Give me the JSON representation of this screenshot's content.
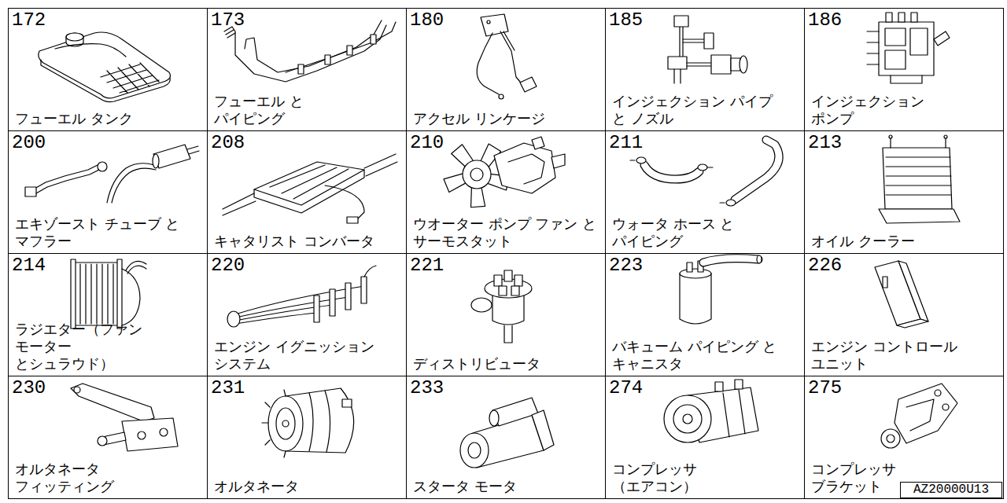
{
  "diagram": {
    "nodes": [
      {
        "text": [
          "172",
          "フューエル タンク"
        ]
      },
      {
        "text": [
          "173",
          "フューエル と パイピング"
        ]
      },
      {
        "text": [
          "180",
          "アクセル リンケージ"
        ]
      },
      {
        "text": [
          "185",
          "インジェクション パイプ と ノズル"
        ]
      },
      {
        "text": [
          "186",
          "インジェクション ポンプ"
        ]
      },
      {
        "text": [
          "200",
          "エキゾースト チューブ と マフラー"
        ]
      },
      {
        "text": [
          "208",
          "キャタリスト コンバータ"
        ]
      },
      {
        "text": [
          "210",
          "ウオーター ポンプ ファン と サーモスタット"
        ]
      },
      {
        "text": [
          "211",
          "ウォータ ホース と パイピング"
        ]
      },
      {
        "text": [
          "213",
          "オイル クーラー"
        ]
      },
      {
        "text": [
          "214",
          "ラジエター（ファン モーター とシュラウド）"
        ]
      },
      {
        "text": [
          "220",
          "エンジン イグニッション システム"
        ]
      },
      {
        "text": [
          "221",
          "ディストリビュータ"
        ]
      },
      {
        "text": [
          "223",
          "バキューム パイピング と キャニスタ"
        ]
      },
      {
        "text": [
          "226",
          "エンジン コントロール ユニット"
        ]
      },
      {
        "text": [
          "230",
          "オルタネータ フィッティング"
        ]
      },
      {
        "text": [
          "231",
          "オルタネータ"
        ]
      },
      {
        "text": [
          "233",
          "スタータ モータ"
        ]
      },
      {
        "text": [
          "274",
          "コンプレッサ （エアコン）"
        ]
      },
      {
        "text": [
          "275",
          "コンプレッサ ブラケット"
        ]
      },
      {
        "text": [
          "AZ20000U13"
        ]
      }
    ],
    "edges": []
  }
}
